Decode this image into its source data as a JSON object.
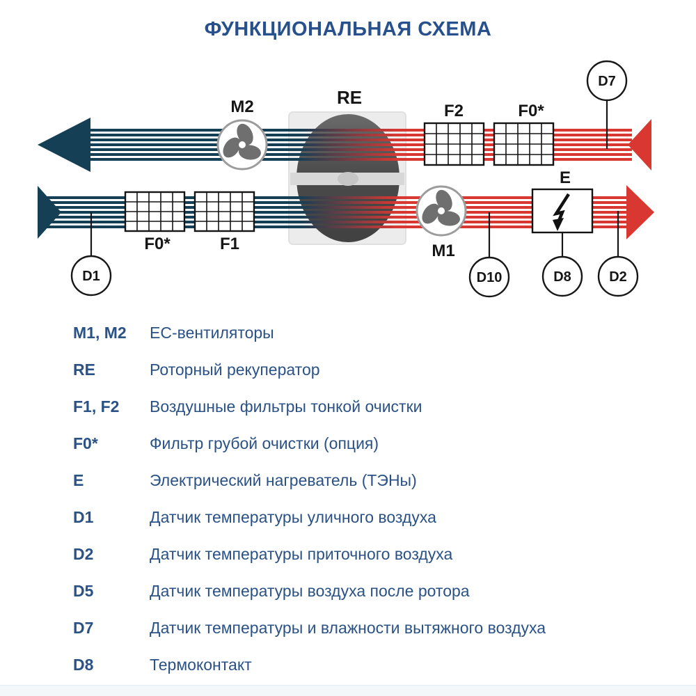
{
  "title": "ФУНКЦИОНАЛЬНАЯ СХЕМА",
  "colors": {
    "title_text": "#27508c",
    "legend_text": "#2a5286",
    "exhaust_air_teal": "#143f54",
    "supply_heated_red": "#d93832",
    "diagram_line_black": "#161616",
    "rotor_gray": "#555555",
    "fan_blade_gray": "#6f6f6f"
  },
  "diagram": {
    "labels": {
      "fan_top": "M2",
      "recuperator": "RE",
      "filter_fine_top": "F2",
      "filter_coarse_top": "F0*",
      "heater": "E",
      "fan_bottom": "M1",
      "filter_coarse_bottom": "F0*",
      "filter_fine_bottom": "F1"
    },
    "sensors": {
      "d7": "D7",
      "d1": "D1",
      "d10": "D10",
      "d8": "D8",
      "d2": "D2"
    }
  },
  "legend": {
    "items": [
      {
        "key": "M1, M2",
        "desc": "EC-вентиляторы"
      },
      {
        "key": "RE",
        "desc": "Роторный рекуператор"
      },
      {
        "key": "F1, F2",
        "desc": "Воздушные фильтры тонкой очистки"
      },
      {
        "key": "F0*",
        "desc": "Фильтр грубой очистки (опция)"
      },
      {
        "key": "E",
        "desc": "Электрический нагреватель (ТЭНы)"
      },
      {
        "key": "D1",
        "desc": "Датчик температуры уличного воздуха"
      },
      {
        "key": "D2",
        "desc": "Датчик температуры приточного воздуха"
      },
      {
        "key": "D5",
        "desc": "Датчик температуры воздуха после ротора"
      },
      {
        "key": "D7",
        "desc": "Датчик температуры и влажности вытяжного воздуха"
      },
      {
        "key": "D8",
        "desc": "Термоконтакт"
      }
    ]
  }
}
